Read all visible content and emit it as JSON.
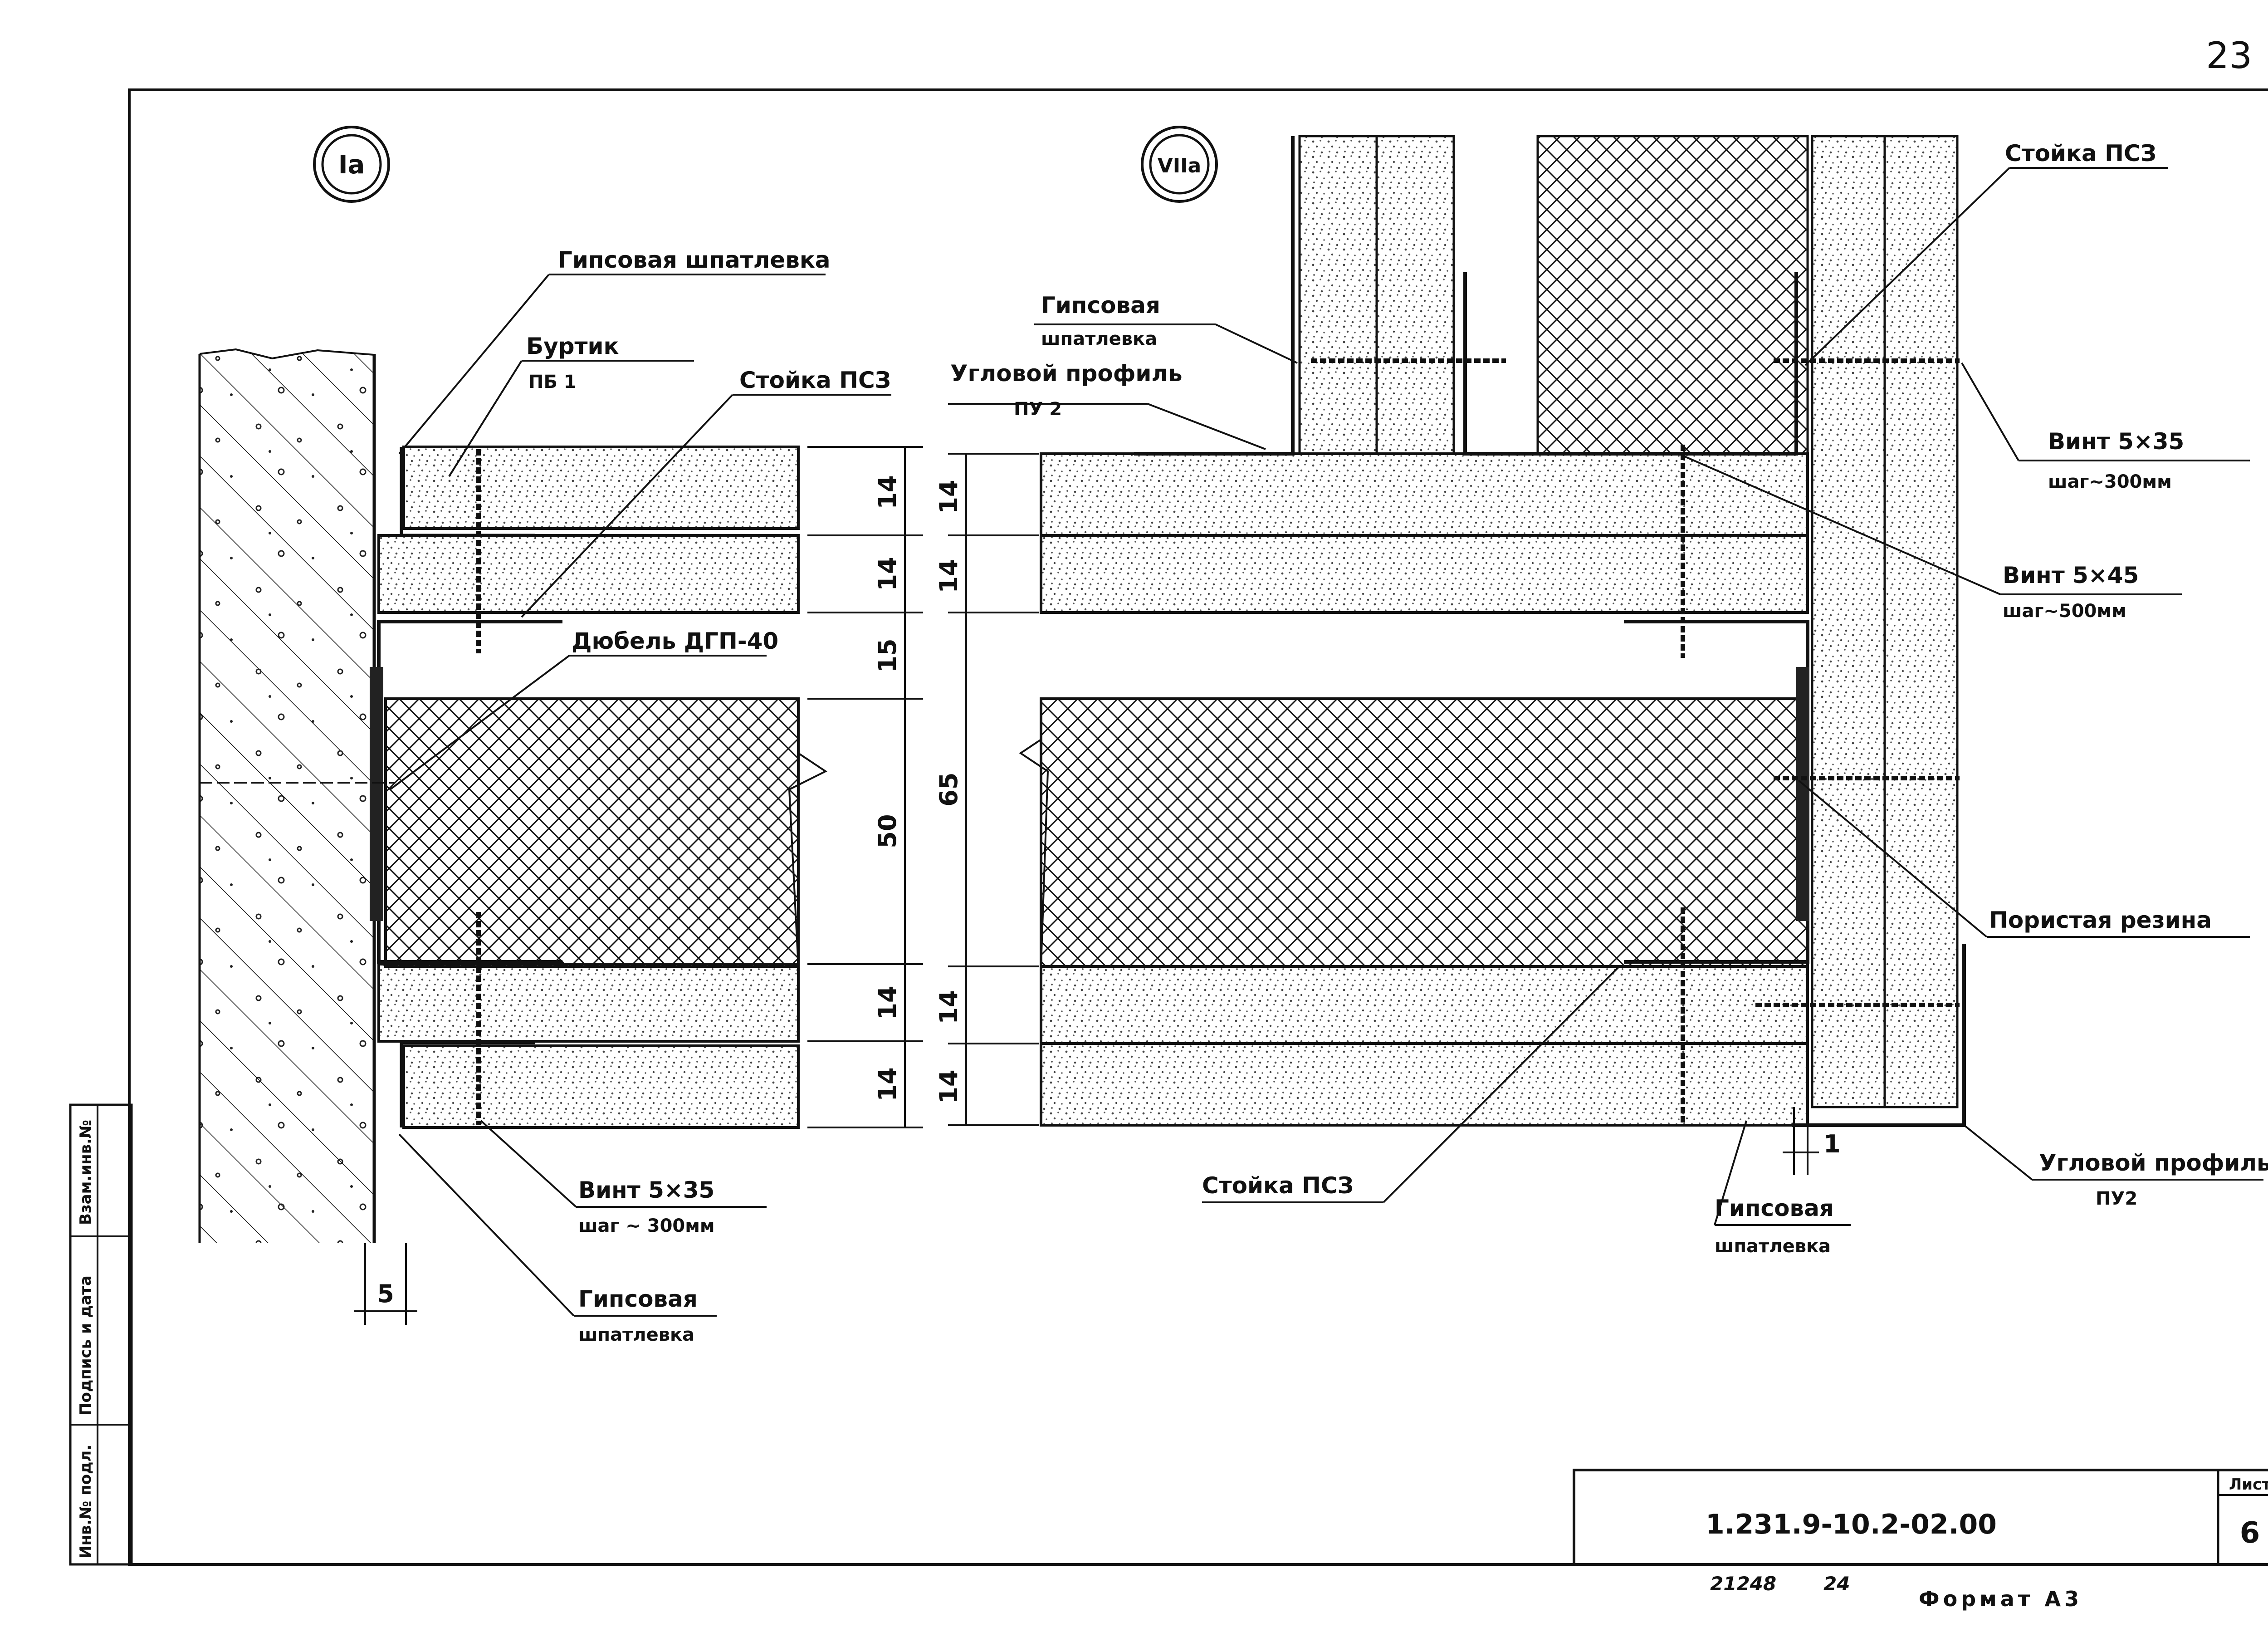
{
  "sheet_number": "23",
  "details": {
    "left_mark": "Ia",
    "right_mark": "VIIa"
  },
  "left_labels": {
    "gypsum_putty_top": "Гипсовая шпатлевка",
    "bead_title": "Буртик",
    "bead_sub": "ПБ 1",
    "stud_left": "Стойка ПСЗ",
    "dowel": "Дюбель ДГП-40",
    "screw_title": "Винт 5×35",
    "screw_sub": "шаг ~ 300мм",
    "putty_bottom_title": "Гипсовая",
    "putty_bottom_sub": "шпатлевка"
  },
  "right_labels": {
    "putty_top_title": "Гипсовая",
    "putty_top_sub": "шпатлевка",
    "corner_top_title": "Угловой профиль",
    "corner_top_sub": "ПУ 2",
    "stud_top": "Стойка ПСЗ",
    "screw35_title": "Винт 5×35",
    "screw35_sub": "шаг~300мм",
    "screw45_title": "Винт 5×45",
    "screw45_sub": "шаг~500мм",
    "rubber": "Пористая резина",
    "corner_bottom_title": "Угловой профиль",
    "corner_bottom_sub": "ПУ2",
    "stud_bottom": "Стойка ПСЗ",
    "putty_bottom_title": "Гипсовая",
    "putty_bottom_sub": "шпатлевка"
  },
  "dimensions": {
    "left": [
      "14",
      "14",
      "15",
      "50",
      "14",
      "14"
    ],
    "right": [
      "14",
      "14",
      "65",
      "14",
      "14"
    ],
    "gap_left": "5",
    "gap_right": "1"
  },
  "side_stamp": {
    "inv_podl": "Инв.№ подл.",
    "sign_date": "Подпись и дата",
    "vzam": "Взам.инв.№"
  },
  "title_block": {
    "doc_code": "1.231.9-10.2-02.00",
    "sheet_label": "Лист",
    "sheet": "6",
    "archive_no": "21248",
    "archive_page": "24",
    "format": "Формат А3"
  },
  "colors": {
    "ink": "#111111",
    "paper": "#ffffff",
    "speckle": "#555555"
  }
}
